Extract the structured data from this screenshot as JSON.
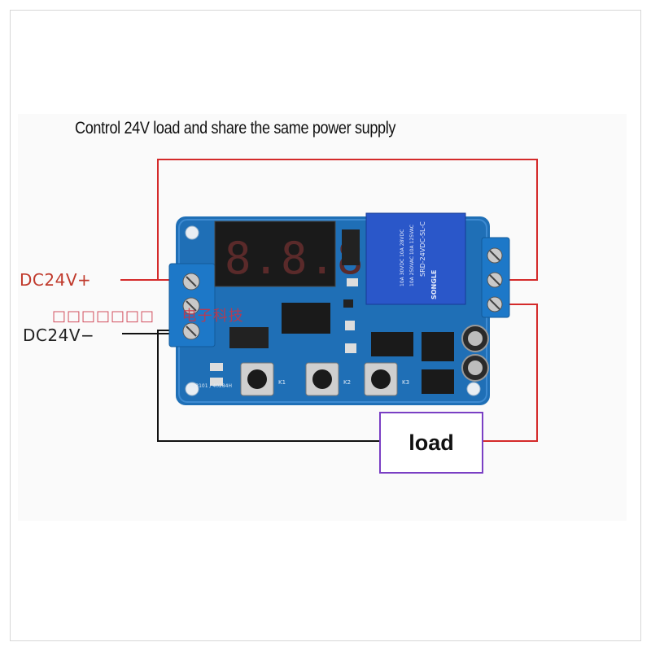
{
  "title": "Control 24V load and share the same power supply",
  "labels": {
    "dc_plus": "DC24V+",
    "dc_minus": "DC24V−",
    "load": "load",
    "watermark": "□□□□□□□     电子科技"
  },
  "board": {
    "display": "8.8.8.",
    "relay_model": "SRD-24VDC-SL-C",
    "relay_brand": "SONGLE",
    "relay_ratings": [
      "10A 250VAC 10A 125VAC",
      "10A 30VDC 10A 28VDC"
    ],
    "button_labels": [
      "K1",
      "K2",
      "K3"
    ],
    "silkscreen": "RB3101 / 40284H"
  },
  "colors": {
    "positive_wire": "#d42a2a",
    "negative_wire": "#111111",
    "load_border": "#7a3fc4",
    "pcb": "#1f6fb6",
    "relay": "#2a57c9"
  }
}
